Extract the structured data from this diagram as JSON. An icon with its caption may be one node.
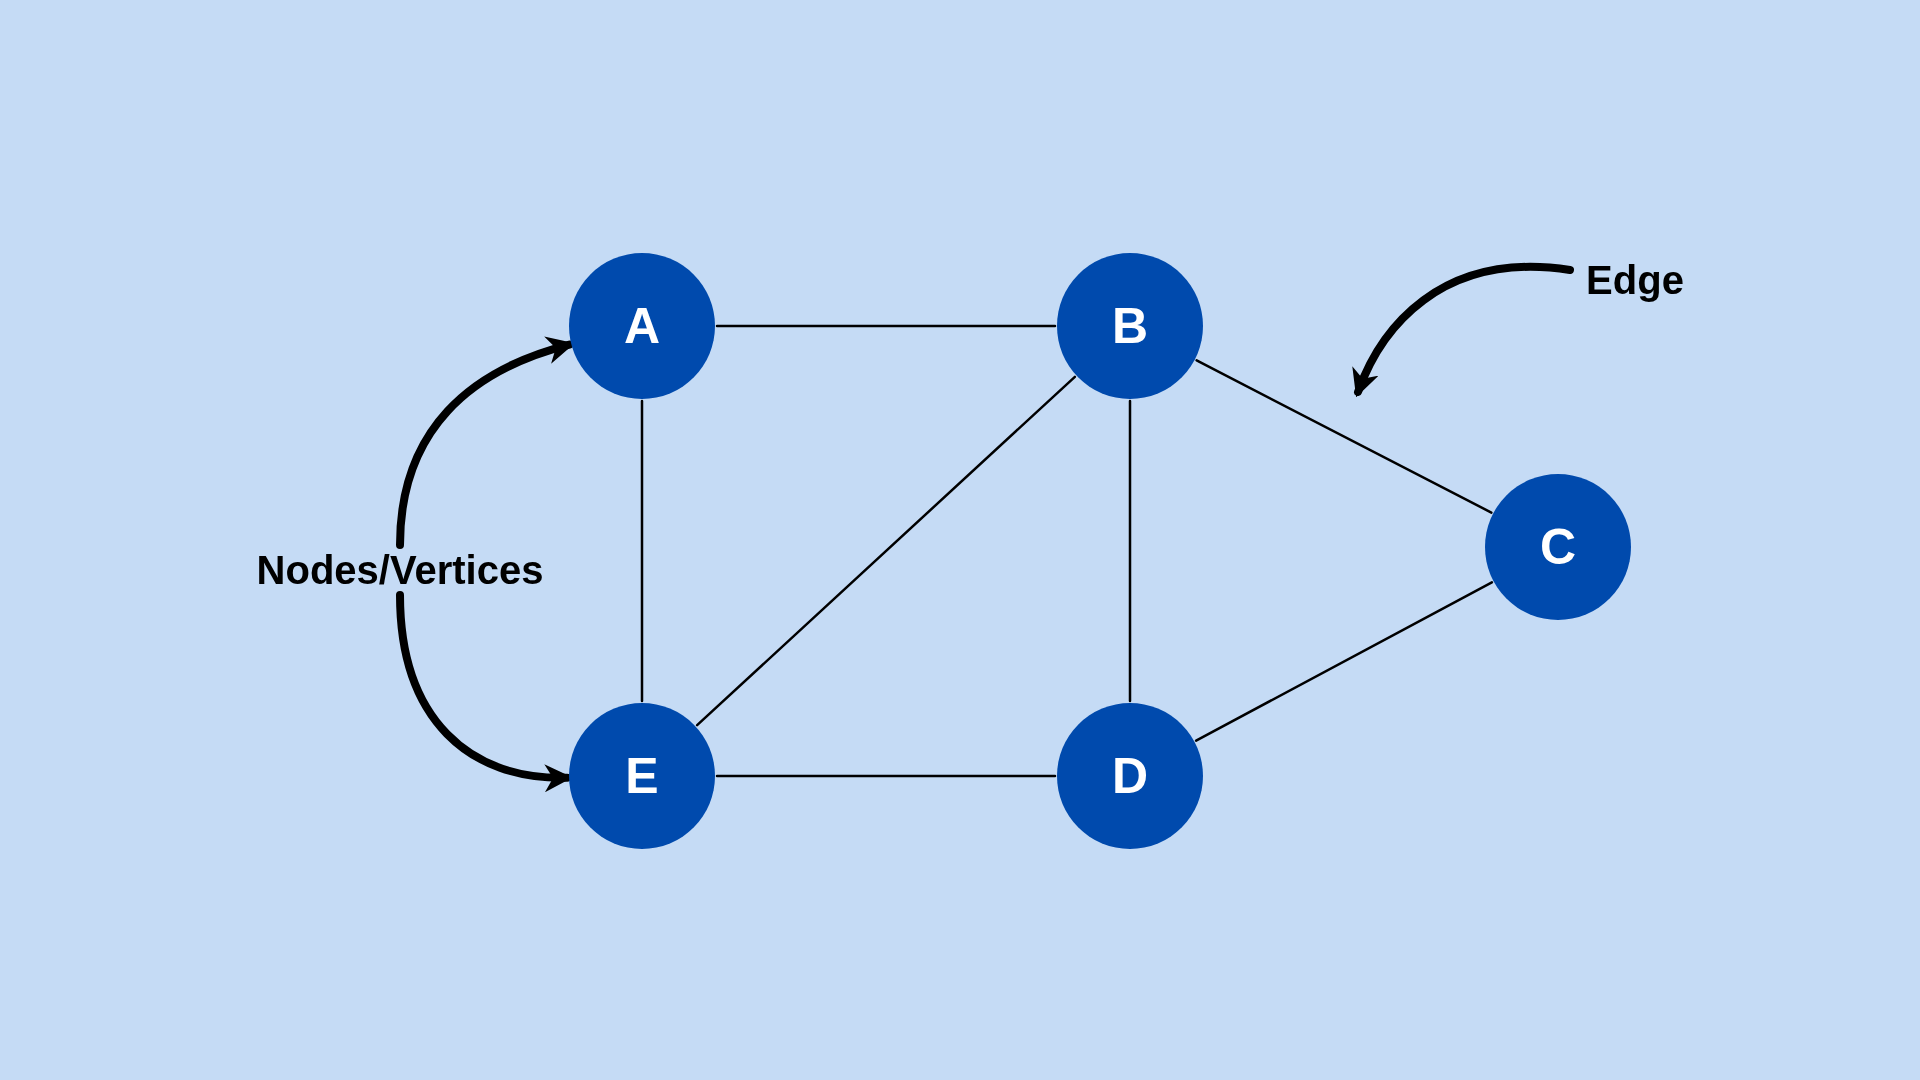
{
  "diagram": {
    "nodes": [
      {
        "text": [
          "A"
        ]
      },
      {
        "text": [
          "B"
        ]
      },
      {
        "text": [
          "C"
        ]
      },
      {
        "text": [
          "D"
        ]
      },
      {
        "text": [
          "E"
        ]
      },
      {
        "text": [
          "Nodes/Vertices"
        ]
      },
      {
        "text": [
          "Edge"
        ]
      }
    ],
    "edges": [
      {
        "from": 0,
        "to": 1,
        "arrow": "none"
      },
      {
        "from": 0,
        "to": 4,
        "arrow": "none"
      },
      {
        "from": 1,
        "to": 4,
        "arrow": "none"
      },
      {
        "from": 1,
        "to": 3,
        "arrow": "none"
      },
      {
        "from": 1,
        "to": 2,
        "arrow": "none"
      },
      {
        "from": 2,
        "to": 3,
        "arrow": "none"
      },
      {
        "from": 4,
        "to": 3,
        "arrow": "none"
      },
      {
        "from": 5,
        "to": 0,
        "arrow": "to",
        "style": "thick"
      },
      {
        "from": 5,
        "to": 4,
        "arrow": "to",
        "style": "thick"
      },
      {
        "from": 6,
        "to": null,
        "arrow": "to",
        "style": "thick"
      }
    ]
  }
}
